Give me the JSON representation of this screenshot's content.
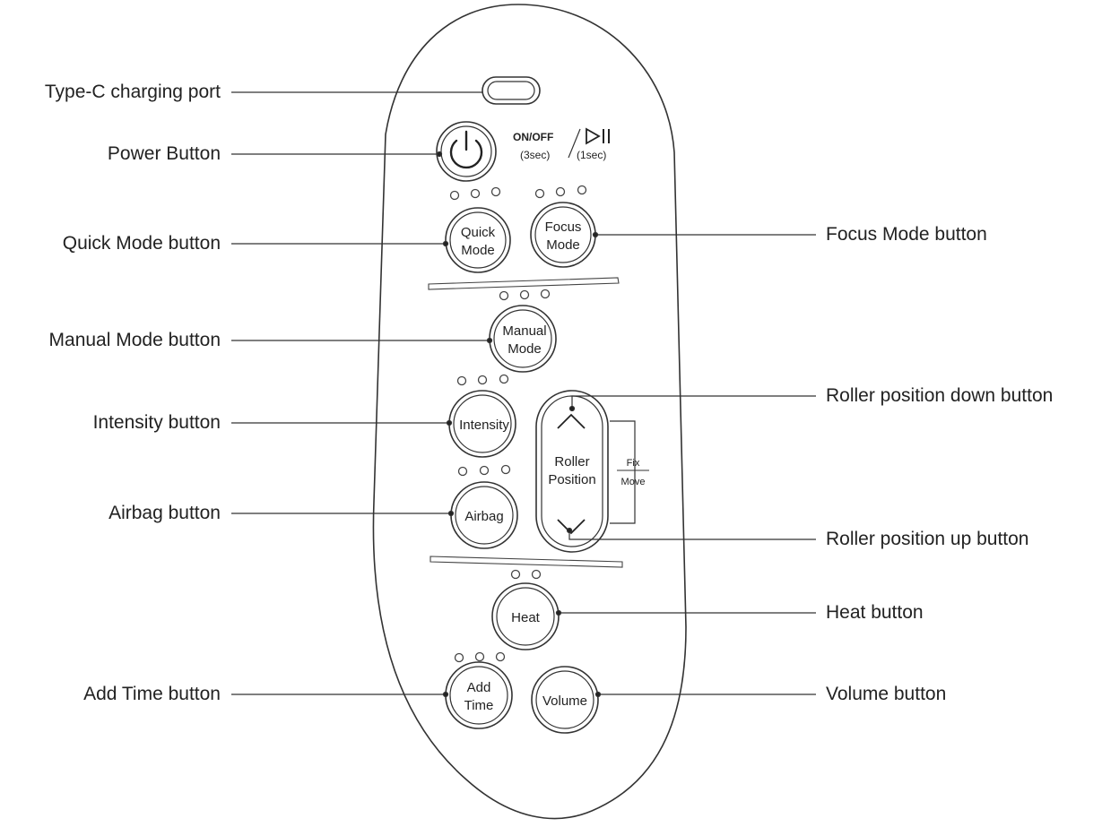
{
  "callouts": {
    "type_c_port": "Type-C charging port",
    "power": "Power Button",
    "quick_mode": "Quick Mode button",
    "manual_mode": "Manual Mode button",
    "intensity": "Intensity button",
    "airbag": "Airbag button",
    "add_time": "Add Time button",
    "focus_mode": "Focus Mode button",
    "roller_down": "Roller position down button",
    "roller_up": "Roller position up button",
    "heat": "Heat button",
    "volume": "Volume button"
  },
  "remote": {
    "power_caption": {
      "on_off": "ON/OFF",
      "on_off_hold": "(3sec)",
      "play_pause_hold": "(1sec)",
      "play_pause_icon": "play-pause-icon"
    },
    "buttons": {
      "quick_line1": "Quick",
      "quick_line2": "Mode",
      "focus_line1": "Focus",
      "focus_line2": "Mode",
      "manual_line1": "Manual",
      "manual_line2": "Mode",
      "intensity": "Intensity",
      "airbag": "Airbag",
      "roller_line1": "Roller",
      "roller_line2": "Position",
      "heat": "Heat",
      "add_line1": "Add",
      "add_line2": "Time",
      "volume": "Volume"
    },
    "roller_side": {
      "fix": "Fix",
      "move": "Move"
    }
  },
  "colors": {
    "ink": "#222222",
    "line": "#333333",
    "background": "#ffffff"
  }
}
